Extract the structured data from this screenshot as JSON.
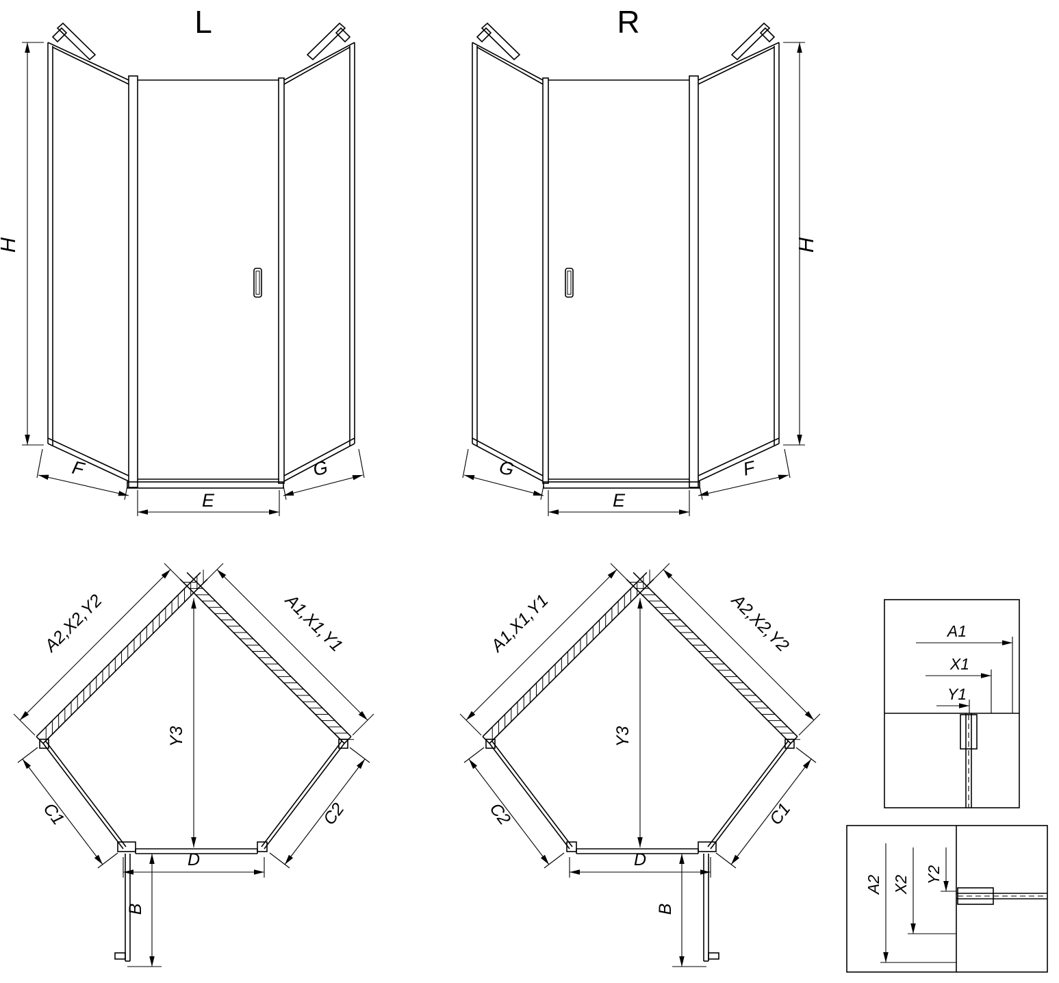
{
  "front_left": {
    "title": "L",
    "h": "H",
    "f": "F",
    "e": "E",
    "g": "G"
  },
  "front_right": {
    "title": "R",
    "h": "H",
    "g": "G",
    "e": "E",
    "f": "F"
  },
  "plan_left": {
    "wall_left": "A2,X2,Y2",
    "wall_right": "A1,X1,Y1",
    "depth": "Y3",
    "side_left": "C1",
    "side_right": "C2",
    "door_width": "D",
    "door_open": "B"
  },
  "plan_right": {
    "wall_left": "A1,X1,Y1",
    "wall_right": "A2,X2,Y2",
    "depth": "Y3",
    "side_left": "C2",
    "side_right": "C1",
    "door_width": "D",
    "door_open": "B"
  },
  "detail_top": {
    "dim1": "A1",
    "dim2": "X1",
    "dim3": "Y1"
  },
  "detail_bottom": {
    "dim1": "A2",
    "dim2": "X2",
    "dim3": "Y2"
  },
  "line_color": "#000000"
}
